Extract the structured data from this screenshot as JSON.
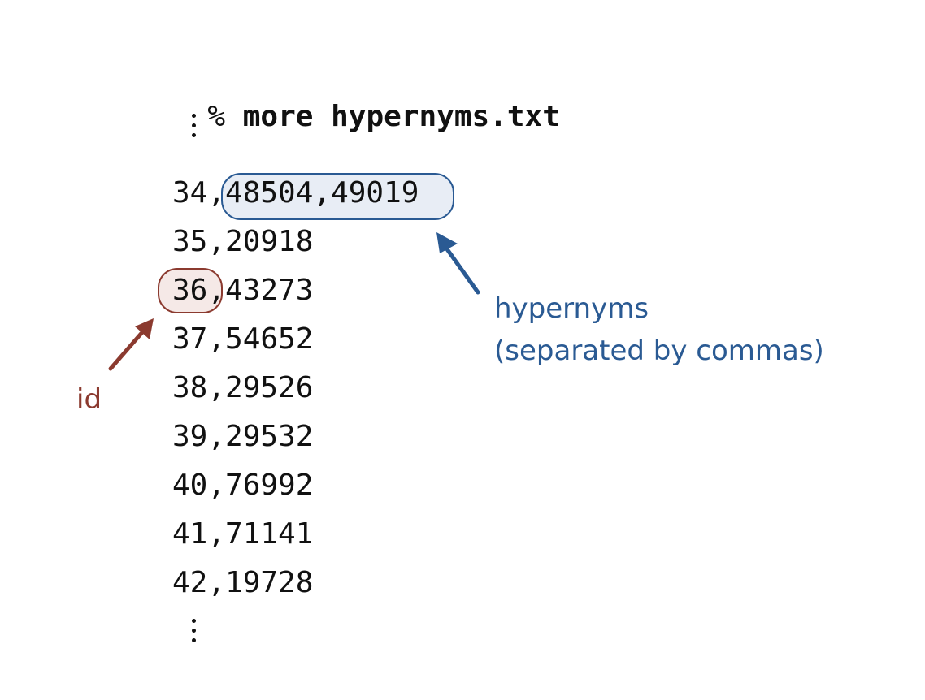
{
  "command": {
    "prompt": "%",
    "text": "more hypernyms.txt"
  },
  "lines": [
    "34,48504,49019",
    "35,20918",
    "36,43273",
    "37,54652",
    "38,29526",
    "39,29532",
    "40,76992",
    "41,71141",
    "42,19728"
  ],
  "annotations": {
    "hypernyms": {
      "line1": "hypernyms",
      "line2": "(separated by commas)",
      "color": "#2a5a93",
      "fill": "#e8edf5"
    },
    "id": {
      "text": "id",
      "color": "#8b3a2f",
      "fill": "#f5e9e7"
    }
  }
}
